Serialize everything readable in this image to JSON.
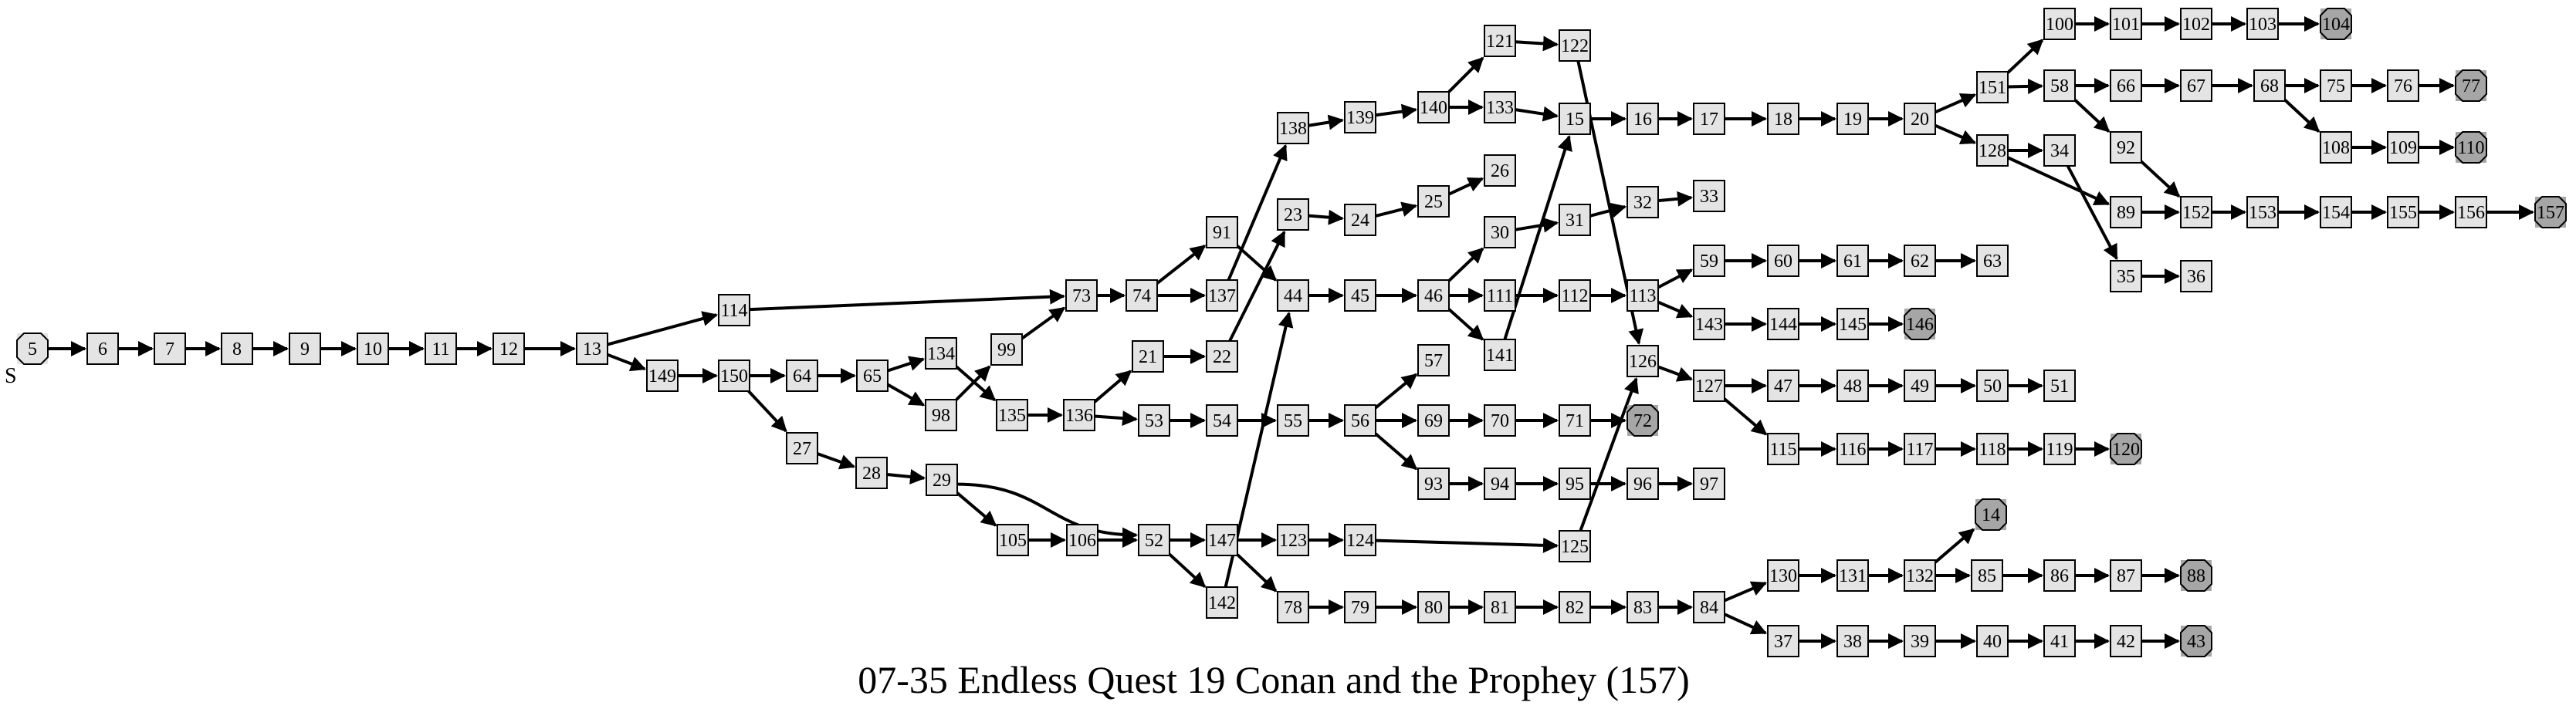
{
  "title": "07-35 Endless Quest 19 Conan and the Prophey (157)",
  "start_label": "S",
  "colors": {
    "node_fill": "#e4e4e4",
    "end_fill": "#a6a6a6",
    "stroke": "#000000",
    "background": "#ffffff"
  },
  "start_node": "5",
  "end_nodes": [
    "104",
    "77",
    "110",
    "157",
    "146",
    "72",
    "120",
    "14",
    "88",
    "43"
  ],
  "nodes": [
    "5",
    "6",
    "7",
    "8",
    "9",
    "10",
    "11",
    "12",
    "13",
    "114",
    "149",
    "150",
    "64",
    "65",
    "134",
    "98",
    "99",
    "135",
    "73",
    "74",
    "91",
    "137",
    "136",
    "21",
    "22",
    "53",
    "54",
    "27",
    "28",
    "29",
    "105",
    "106",
    "52",
    "147",
    "142",
    "123",
    "78",
    "124",
    "79",
    "80",
    "81",
    "82",
    "83",
    "84",
    "130",
    "37",
    "131",
    "38",
    "132",
    "14",
    "85",
    "39",
    "40",
    "86",
    "41",
    "87",
    "42",
    "88",
    "43",
    "138",
    "139",
    "140",
    "121",
    "133",
    "122",
    "23",
    "24",
    "25",
    "26",
    "44",
    "45",
    "46",
    "30",
    "111",
    "141",
    "31",
    "112",
    "32",
    "33",
    "15",
    "16",
    "17",
    "18",
    "19",
    "20",
    "151",
    "128",
    "100",
    "101",
    "102",
    "103",
    "104",
    "58",
    "66",
    "67",
    "68",
    "75",
    "76",
    "77",
    "108",
    "109",
    "110",
    "92",
    "34",
    "89",
    "152",
    "153",
    "154",
    "155",
    "156",
    "157",
    "35",
    "36",
    "113",
    "59",
    "60",
    "61",
    "62",
    "63",
    "143",
    "144",
    "145",
    "146",
    "126",
    "127",
    "47",
    "48",
    "49",
    "50",
    "51",
    "115",
    "116",
    "117",
    "118",
    "119",
    "120",
    "55",
    "56",
    "57",
    "69",
    "70",
    "71",
    "72",
    "93",
    "94",
    "95",
    "96",
    "97",
    "125"
  ],
  "edges": [
    [
      "5",
      "6"
    ],
    [
      "6",
      "7"
    ],
    [
      "7",
      "8"
    ],
    [
      "8",
      "9"
    ],
    [
      "9",
      "10"
    ],
    [
      "10",
      "11"
    ],
    [
      "11",
      "12"
    ],
    [
      "12",
      "13"
    ],
    [
      "13",
      "114"
    ],
    [
      "13",
      "149"
    ],
    [
      "114",
      "73"
    ],
    [
      "149",
      "150"
    ],
    [
      "150",
      "64"
    ],
    [
      "150",
      "27"
    ],
    [
      "64",
      "65"
    ],
    [
      "65",
      "134"
    ],
    [
      "65",
      "98"
    ],
    [
      "134",
      "135"
    ],
    [
      "98",
      "99"
    ],
    [
      "99",
      "73"
    ],
    [
      "135",
      "136"
    ],
    [
      "73",
      "74"
    ],
    [
      "74",
      "91"
    ],
    [
      "74",
      "137"
    ],
    [
      "91",
      "44"
    ],
    [
      "137",
      "138"
    ],
    [
      "136",
      "21"
    ],
    [
      "136",
      "53"
    ],
    [
      "21",
      "22"
    ],
    [
      "22",
      "23"
    ],
    [
      "53",
      "54"
    ],
    [
      "54",
      "55"
    ],
    [
      "27",
      "28"
    ],
    [
      "28",
      "29"
    ],
    [
      "29",
      "105"
    ],
    [
      "29",
      "52"
    ],
    [
      "105",
      "106"
    ],
    [
      "106",
      "52"
    ],
    [
      "52",
      "147"
    ],
    [
      "52",
      "142"
    ],
    [
      "147",
      "123"
    ],
    [
      "147",
      "78"
    ],
    [
      "142",
      "44"
    ],
    [
      "123",
      "124"
    ],
    [
      "124",
      "125"
    ],
    [
      "125",
      "126"
    ],
    [
      "78",
      "79"
    ],
    [
      "79",
      "80"
    ],
    [
      "80",
      "81"
    ],
    [
      "81",
      "82"
    ],
    [
      "82",
      "83"
    ],
    [
      "83",
      "84"
    ],
    [
      "84",
      "130"
    ],
    [
      "84",
      "37"
    ],
    [
      "130",
      "131"
    ],
    [
      "131",
      "132"
    ],
    [
      "132",
      "14"
    ],
    [
      "132",
      "85"
    ],
    [
      "85",
      "86"
    ],
    [
      "86",
      "87"
    ],
    [
      "87",
      "88"
    ],
    [
      "37",
      "38"
    ],
    [
      "38",
      "39"
    ],
    [
      "39",
      "40"
    ],
    [
      "40",
      "41"
    ],
    [
      "41",
      "42"
    ],
    [
      "42",
      "43"
    ],
    [
      "138",
      "139"
    ],
    [
      "139",
      "140"
    ],
    [
      "140",
      "121"
    ],
    [
      "140",
      "133"
    ],
    [
      "121",
      "122"
    ],
    [
      "122",
      "126"
    ],
    [
      "133",
      "15"
    ],
    [
      "23",
      "24"
    ],
    [
      "24",
      "25"
    ],
    [
      "25",
      "26"
    ],
    [
      "44",
      "45"
    ],
    [
      "45",
      "46"
    ],
    [
      "46",
      "30"
    ],
    [
      "46",
      "111"
    ],
    [
      "46",
      "141"
    ],
    [
      "30",
      "31"
    ],
    [
      "31",
      "32"
    ],
    [
      "32",
      "33"
    ],
    [
      "111",
      "112"
    ],
    [
      "112",
      "113"
    ],
    [
      "141",
      "15"
    ],
    [
      "15",
      "16"
    ],
    [
      "16",
      "17"
    ],
    [
      "17",
      "18"
    ],
    [
      "18",
      "19"
    ],
    [
      "19",
      "20"
    ],
    [
      "20",
      "151"
    ],
    [
      "20",
      "128"
    ],
    [
      "151",
      "100"
    ],
    [
      "151",
      "58"
    ],
    [
      "100",
      "101"
    ],
    [
      "101",
      "102"
    ],
    [
      "102",
      "103"
    ],
    [
      "103",
      "104"
    ],
    [
      "58",
      "66"
    ],
    [
      "58",
      "92"
    ],
    [
      "66",
      "67"
    ],
    [
      "67",
      "68"
    ],
    [
      "68",
      "75"
    ],
    [
      "68",
      "108"
    ],
    [
      "75",
      "76"
    ],
    [
      "76",
      "77"
    ],
    [
      "108",
      "109"
    ],
    [
      "109",
      "110"
    ],
    [
      "92",
      "152"
    ],
    [
      "128",
      "34"
    ],
    [
      "128",
      "89"
    ],
    [
      "34",
      "35"
    ],
    [
      "35",
      "36"
    ],
    [
      "89",
      "152"
    ],
    [
      "152",
      "153"
    ],
    [
      "153",
      "154"
    ],
    [
      "154",
      "155"
    ],
    [
      "155",
      "156"
    ],
    [
      "156",
      "157"
    ],
    [
      "113",
      "59"
    ],
    [
      "113",
      "143"
    ],
    [
      "59",
      "60"
    ],
    [
      "60",
      "61"
    ],
    [
      "61",
      "62"
    ],
    [
      "62",
      "63"
    ],
    [
      "143",
      "144"
    ],
    [
      "144",
      "145"
    ],
    [
      "145",
      "146"
    ],
    [
      "126",
      "127"
    ],
    [
      "127",
      "47"
    ],
    [
      "127",
      "115"
    ],
    [
      "47",
      "48"
    ],
    [
      "48",
      "49"
    ],
    [
      "49",
      "50"
    ],
    [
      "50",
      "51"
    ],
    [
      "115",
      "116"
    ],
    [
      "116",
      "117"
    ],
    [
      "117",
      "118"
    ],
    [
      "118",
      "119"
    ],
    [
      "119",
      "120"
    ],
    [
      "55",
      "56"
    ],
    [
      "56",
      "57"
    ],
    [
      "56",
      "69"
    ],
    [
      "56",
      "93"
    ],
    [
      "69",
      "70"
    ],
    [
      "70",
      "71"
    ],
    [
      "71",
      "72"
    ],
    [
      "93",
      "94"
    ],
    [
      "94",
      "95"
    ],
    [
      "95",
      "96"
    ],
    [
      "96",
      "97"
    ]
  ]
}
